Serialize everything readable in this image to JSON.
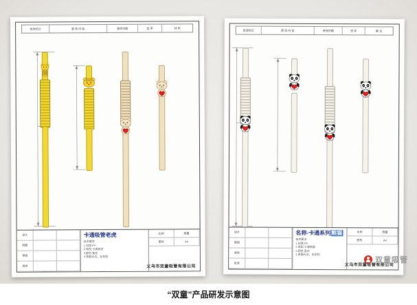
{
  "page": {
    "caption": "“双童”产品研发示意图"
  },
  "watermark": {
    "brand": "双童吸管"
  },
  "colors": {
    "straw_yellow": "#f2d832",
    "straw_cream": "#efe2c2",
    "straw_white": "#f5f3ec",
    "heart_red": "#dd1c1c",
    "highlight_blue": "#2f6fd6"
  },
  "sheet_left": {
    "top_table": [
      "批改标记",
      "更 改 内 容",
      "更改日期",
      "签 字",
      "材 料"
    ],
    "fields": {
      "f1": "设计",
      "f2": "制图",
      "f3": "审核",
      "f4": "批准",
      "scale": "比例",
      "qty": "数量",
      "sheet_no": "图号",
      "paper": "A4"
    },
    "title": "卡通吸管老虎",
    "notes": [
      "技术要求",
      "1.材质:PP",
      "2.造型:卡通老虎",
      "3.颜色:黄色",
      "4.表面光洁、无毛刺"
    ],
    "company": "义乌市双童吸管有限公司"
  },
  "sheet_right": {
    "top_table": [
      "批改标记",
      "更 改 内 容",
      "更改日期",
      "签 字",
      "备 注"
    ],
    "fields": {
      "f1": "设计",
      "f2": "制图",
      "f3": "审核",
      "f4": "批准",
      "scale": "比例",
      "qty": "数量",
      "sheet_no": "图号",
      "paper": "A4"
    },
    "title_prefix": "名称-卡通系列",
    "title_highlight": "熊猫",
    "notes": [
      "技术要求",
      "1.材质:PP",
      "2.造型:卡通熊猫",
      "3.颜色:黑白",
      "4.表面光洁、无毛刺"
    ],
    "company": "义乌市双童吸管有限公司"
  }
}
